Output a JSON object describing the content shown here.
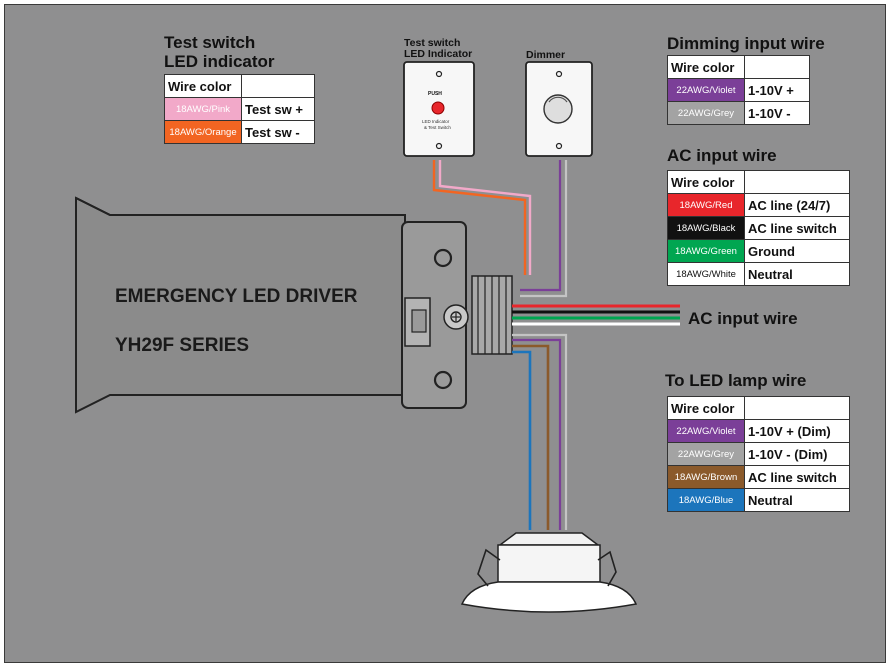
{
  "test_switch_table": {
    "heading_line1": "Test switch",
    "heading_line2": "LED indicator",
    "header": "Wire color",
    "rows": [
      {
        "wire": "18AWG/Pink",
        "func": "Test sw +",
        "bg": "#f2a9c9",
        "fg": "#ffffff"
      },
      {
        "wire": "18AWG/Orange",
        "func": "Test sw -",
        "bg": "#f26522",
        "fg": "#ffffff"
      }
    ]
  },
  "dimming_table": {
    "heading": "Dimming input wire",
    "header": "Wire color",
    "rows": [
      {
        "wire": "22AWG/Violet",
        "func": "1-10V +",
        "bg": "#7b3f98",
        "fg": "#ffffff"
      },
      {
        "wire": "22AWG/Grey",
        "func": "1-10V -",
        "bg": "#a3a3a3",
        "fg": "#ffffff"
      }
    ]
  },
  "ac_table": {
    "heading": "AC input wire",
    "header": "Wire color",
    "rows": [
      {
        "wire": "18AWG/Red",
        "func": "AC line (24/7)",
        "bg": "#e8262b",
        "fg": "#ffffff"
      },
      {
        "wire": "18AWG/Black",
        "func": "AC line switch",
        "bg": "#111111",
        "fg": "#ffffff"
      },
      {
        "wire": "18AWG/Green",
        "func": "Ground",
        "bg": "#00a651",
        "fg": "#ffffff"
      },
      {
        "wire": "18AWG/White",
        "func": "Neutral",
        "bg": "#ffffff",
        "fg": "#111111"
      }
    ]
  },
  "led_table": {
    "heading": "To LED lamp wire",
    "header": "Wire color",
    "rows": [
      {
        "wire": "22AWG/Violet",
        "func": "1-10V + (Dim)",
        "bg": "#7b3f98",
        "fg": "#ffffff"
      },
      {
        "wire": "22AWG/Grey",
        "func": "1-10V - (Dim)",
        "bg": "#a3a3a3",
        "fg": "#ffffff"
      },
      {
        "wire": "18AWG/Brown",
        "func": "AC line switch",
        "bg": "#8b5a2b",
        "fg": "#ffffff"
      },
      {
        "wire": "18AWG/Blue",
        "func": "Neutral",
        "bg": "#1c75bc",
        "fg": "#ffffff"
      }
    ]
  },
  "test_switch_device": {
    "label_line1": "Test switch",
    "label_line2": "LED Indicator",
    "push_text": "PUSH",
    "small_line1": "LED Indicator",
    "small_line2": "& Test Switch"
  },
  "dimmer_device": {
    "label": "Dimmer"
  },
  "driver": {
    "line1": "EMERGENCY LED DRIVER",
    "line2": "YH29F SERIES"
  },
  "ac_input_label": "AC input wire",
  "colors": {
    "background": "#8f8f90",
    "driver_body": "#8c8c8c",
    "wire_pink": "#f2a9c9",
    "wire_orange": "#f26522",
    "wire_violet": "#7b3f98",
    "wire_grey": "#b5b5b5",
    "wire_red": "#e8262b",
    "wire_black": "#111111",
    "wire_green": "#00a651",
    "wire_white": "#ffffff",
    "wire_brown": "#8b5a2b",
    "wire_blue": "#1c75bc"
  }
}
